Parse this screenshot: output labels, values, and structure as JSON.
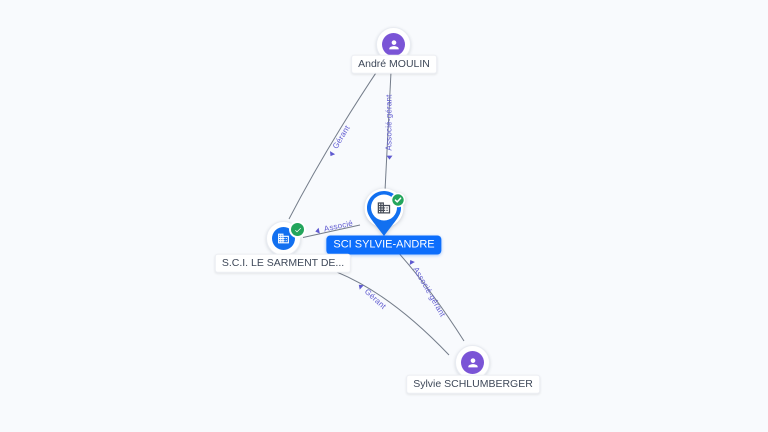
{
  "app": {
    "name": "company-relations-network-graph"
  },
  "graph": {
    "nodes": [
      {
        "id": "andre-moulin",
        "type": "person",
        "label": "André MOULIN",
        "verified": false,
        "selected": false
      },
      {
        "id": "sci-sylvie-andre",
        "type": "company",
        "label": "SCI SYLVIE-ANDRE",
        "verified": true,
        "selected": true
      },
      {
        "id": "sci-le-sarment",
        "type": "company",
        "label": "S.C.I. LE SARMENT DE...",
        "verified": true,
        "selected": false
      },
      {
        "id": "sylvie-schlumberger",
        "type": "person",
        "label": "Sylvie SCHLUMBERGER",
        "verified": false,
        "selected": false
      }
    ],
    "edges": [
      {
        "from": "andre-moulin",
        "to": "sci-le-sarment",
        "label": "Gérant"
      },
      {
        "from": "andre-moulin",
        "to": "sci-sylvie-andre",
        "label": "Associé-gérant"
      },
      {
        "from": "sci-sylvie-andre",
        "to": "sci-le-sarment",
        "label": "Associé"
      },
      {
        "from": "sylvie-schlumberger",
        "to": "sci-le-sarment",
        "label": "Gérant"
      },
      {
        "from": "sylvie-schlumberger",
        "to": "sci-sylvie-andre",
        "label": "Associé-gérant"
      }
    ]
  },
  "icons": {
    "person": "person-icon",
    "company": "building-icon",
    "verified": "check-icon",
    "edge_direction": "arrowhead-icon"
  },
  "colors": {
    "background": "#f8fafd",
    "company_blue": "#1270f0",
    "person_purple": "#7a54d6",
    "verified_green": "#23a55c",
    "edge_line": "#5d6676",
    "edge_label_text": "#5f5ad0",
    "node_label_text": "#3e4859",
    "selected_label_bg": "#0d6efc"
  }
}
